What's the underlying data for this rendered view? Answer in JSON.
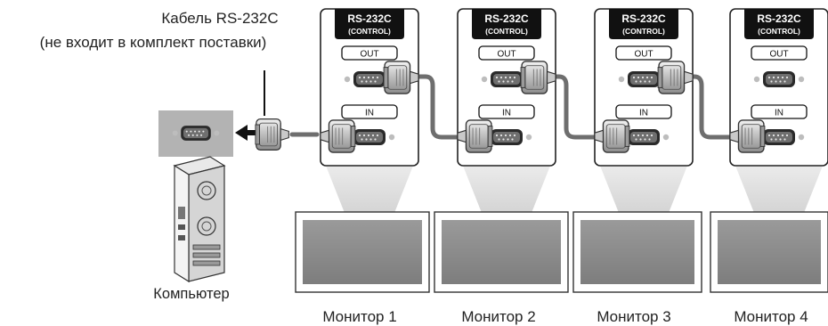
{
  "cable": {
    "label_line1": "Кабель RS-232C",
    "label_line2": "(не входит в комплект поставки)"
  },
  "computer": {
    "label": "Компьютер"
  },
  "panel": {
    "header_line1": "RS-232C",
    "header_line2": "(CONTROL)",
    "out_label": "OUT",
    "in_label": "IN"
  },
  "monitors": [
    {
      "label": "Монитор 1"
    },
    {
      "label": "Монитор 2"
    },
    {
      "label": "Монитор 3"
    },
    {
      "label": "Монитор 4"
    }
  ],
  "colors": {
    "panel_border": "#222222",
    "header": "#111111",
    "cable": "#6e6e6e",
    "beam": "#dcdcdc",
    "screen": "#8a8a8a",
    "arrow": "#111111"
  },
  "icons": {
    "connector": "db9-connector-icon",
    "arrow": "arrow-left-icon",
    "pc": "pc-tower-icon"
  }
}
